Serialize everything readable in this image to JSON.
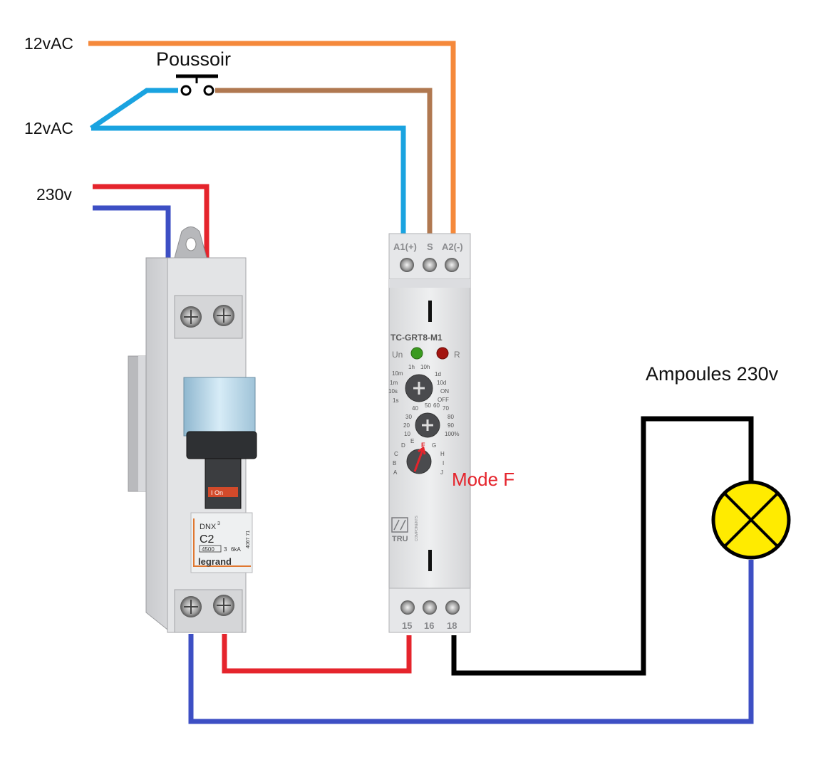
{
  "labels": {
    "supply_ac_top": "12vAC",
    "supply_ac_bottom": "12vAC",
    "pushbutton": "Poussoir",
    "mains": "230v",
    "lamps": "Ampoules 230v",
    "mode": "Mode F"
  },
  "breaker": {
    "series": "DNX",
    "series_sup": "3",
    "rating": "C2",
    "code": "4500",
    "class": "3",
    "breaking": "6kA",
    "ref": "4067 71",
    "brand": "legrand",
    "toggle_text": "I On"
  },
  "relay": {
    "model": "TC-GRT8-M1",
    "top_terminals": [
      "A1(+)",
      "S",
      "A2(-)"
    ],
    "bottom_terminals": [
      "15",
      "16",
      "18"
    ],
    "led_un": "Un",
    "led_r": "R",
    "time_dial": [
      "1s",
      "10s",
      "1m",
      "10m",
      "1h",
      "10h",
      "1d",
      "10d",
      "ON",
      "OFF"
    ],
    "percent_dial": [
      "10",
      "20",
      "30",
      "40",
      "50",
      "60",
      "70",
      "80",
      "90",
      "100%"
    ],
    "function_dial": [
      "A",
      "B",
      "C",
      "D",
      "E",
      "F",
      "G",
      "H",
      "I",
      "J"
    ],
    "selected_function": "F",
    "logo_text": "TRU",
    "logo_sub": "COMPONENTS"
  },
  "colors": {
    "ac_phase": "#f5893b",
    "ac_neutral": "#1aa3e0",
    "pushbutton_out": "#b07850",
    "live": "#e5242c",
    "neutral": "#3d4fc4",
    "lamp_return": "#000000",
    "lamp": "#ffeb00",
    "mode_text": "#e5242c"
  }
}
